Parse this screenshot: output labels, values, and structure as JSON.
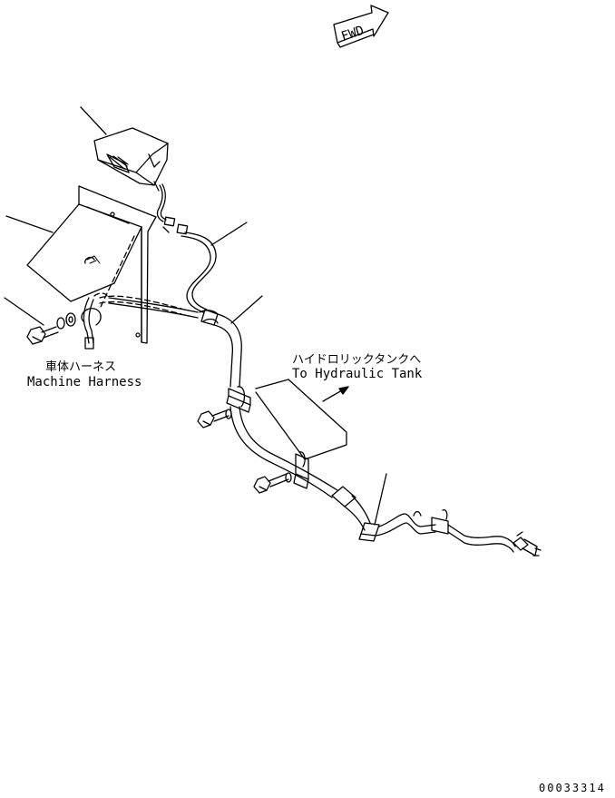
{
  "fwd_arrow": {
    "label": "FWD"
  },
  "labels": {
    "machine_harness_jp": "車体ハーネス",
    "machine_harness_en": "Machine Harness",
    "hydraulic_tank_jp": "ハイドロリックタンクへ",
    "hydraulic_tank_en": "To Hydraulic Tank"
  },
  "drawing_number": "00033314",
  "colors": {
    "line": "#000000",
    "background": "#ffffff"
  }
}
